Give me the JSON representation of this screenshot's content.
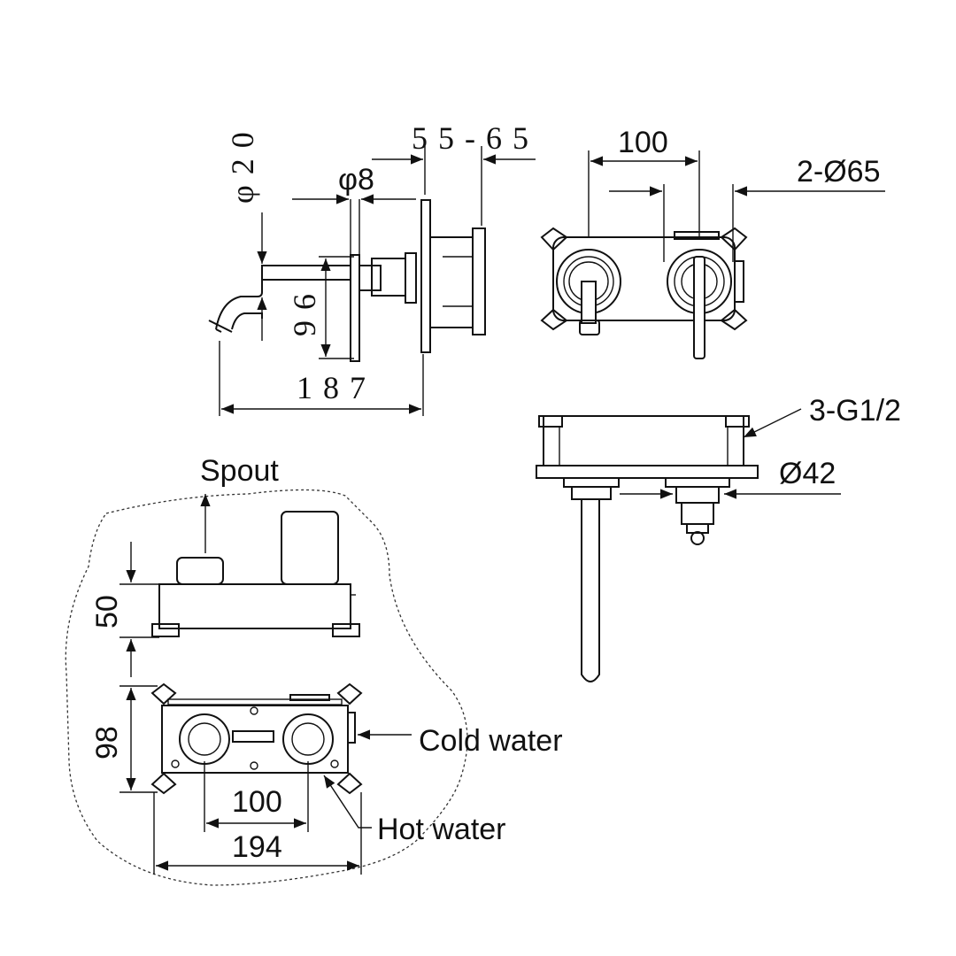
{
  "dimensions": {
    "phi20": "φ20",
    "phi8": "φ8",
    "range": "55-65",
    "height96": "96",
    "length187": "187",
    "spacing100_top": "100",
    "dia2x65": "2-Ø65",
    "thread": "3-G1/2",
    "dia42": "Ø42",
    "height50": "50",
    "height98": "98",
    "spacing100_bottom": "100",
    "width194": "194"
  },
  "labels": {
    "spout": "Spout",
    "cold_water": "Cold water",
    "hot_water": "Hot water"
  }
}
